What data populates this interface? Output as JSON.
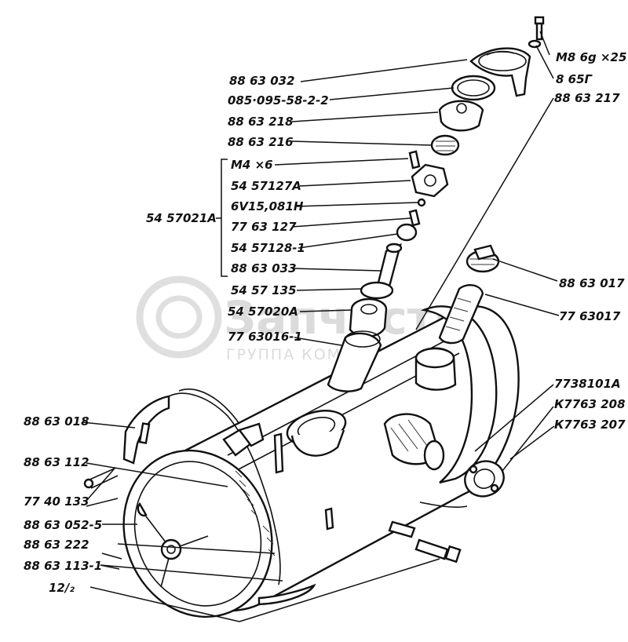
{
  "watermark": {
    "brand": "Запчасти",
    "tagline": "ГРУППА КОМПАНИЙ"
  },
  "labels": {
    "p8863032": "88 63 032",
    "p08509558": "085·095-58-2-2",
    "p8863218": "88 63 218",
    "p8863216": "88 63 216",
    "m4x6": "M4 ×6",
    "p5457127a": "54 57127А",
    "p6v15081n": "6V15,081Н",
    "p7763127": "77 63 127",
    "p5457128": "54 57128-1",
    "p8863033": "88 63 033",
    "p5457135": "54 57 135",
    "p5457020a": "54 57020А",
    "p7763016": "77 63016-1",
    "p5457021a": "54 57021А",
    "m86g25": "M8 6g ×25",
    "p865g": "8 65Г",
    "p8863217": "88 63 217",
    "p8863017": "88 63 017",
    "p7763017": "77 63017",
    "p7738101a": "7738101А",
    "k7763208": "К7763 208",
    "k7763207": "К7763 207",
    "p8863018": "88 63 018",
    "p8863112": "88 63 112",
    "p7740133": "77 40 133",
    "p8863052": "88 63 052-5",
    "p8863222": "88 63 222",
    "p8863113": "88 63 113-1",
    "p122": "12/₂"
  }
}
